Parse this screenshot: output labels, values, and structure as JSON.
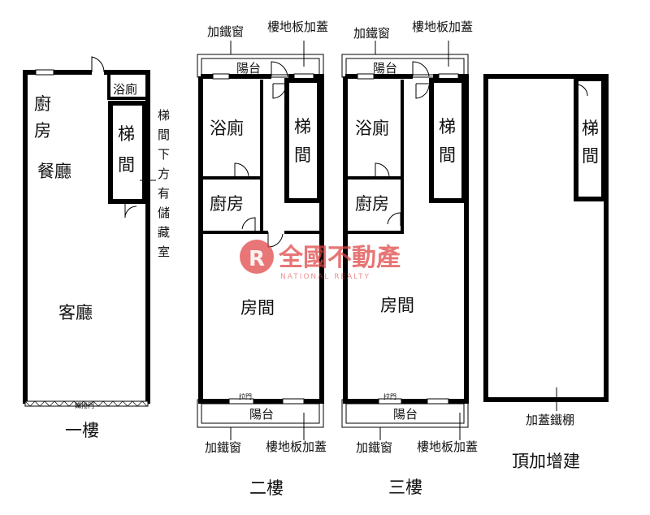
{
  "floor1": {
    "title": "一樓",
    "kitchen": [
      "廚",
      "房"
    ],
    "dining": "餐廳",
    "bath": "浴廁",
    "stairs": [
      "梯",
      "間"
    ],
    "living": "客廳",
    "storage_note": [
      "梯",
      "間",
      "下",
      "方",
      "有",
      "儲",
      "藏",
      "室"
    ],
    "door_label": "鐵捲門"
  },
  "floor2": {
    "title": "二樓",
    "balcony_top": "陽台",
    "balcony_bottom": "陽台",
    "bath": "浴廁",
    "stairs": [
      "梯",
      "間"
    ],
    "kitchen": "廚房",
    "room": "房間",
    "sliding_door": "拉門",
    "iron_window_top": "加鐵窗",
    "floor_cover_top": "樓地板加蓋",
    "iron_window_bottom": "加鐵窗",
    "floor_cover_bottom": "樓地板加蓋"
  },
  "floor3": {
    "title": "三樓",
    "balcony_top": "陽台",
    "balcony_bottom": "陽台",
    "bath": "浴廁",
    "stairs": [
      "梯",
      "間"
    ],
    "kitchen": "廚房",
    "room": "房間",
    "sliding_door": "拉門",
    "iron_window_top": "加鐵窗",
    "floor_cover_top": "樓地板加蓋",
    "iron_window_bottom": "加鐵窗",
    "floor_cover_bottom": "樓地板加蓋"
  },
  "rooftop": {
    "title": "頂加增建",
    "stairs": [
      "梯",
      "間"
    ],
    "shed": "加蓋鐵棚"
  },
  "watermark": {
    "chinese": "全國不動產",
    "english": "NATIONAL REALTY",
    "color": "#e04848"
  }
}
